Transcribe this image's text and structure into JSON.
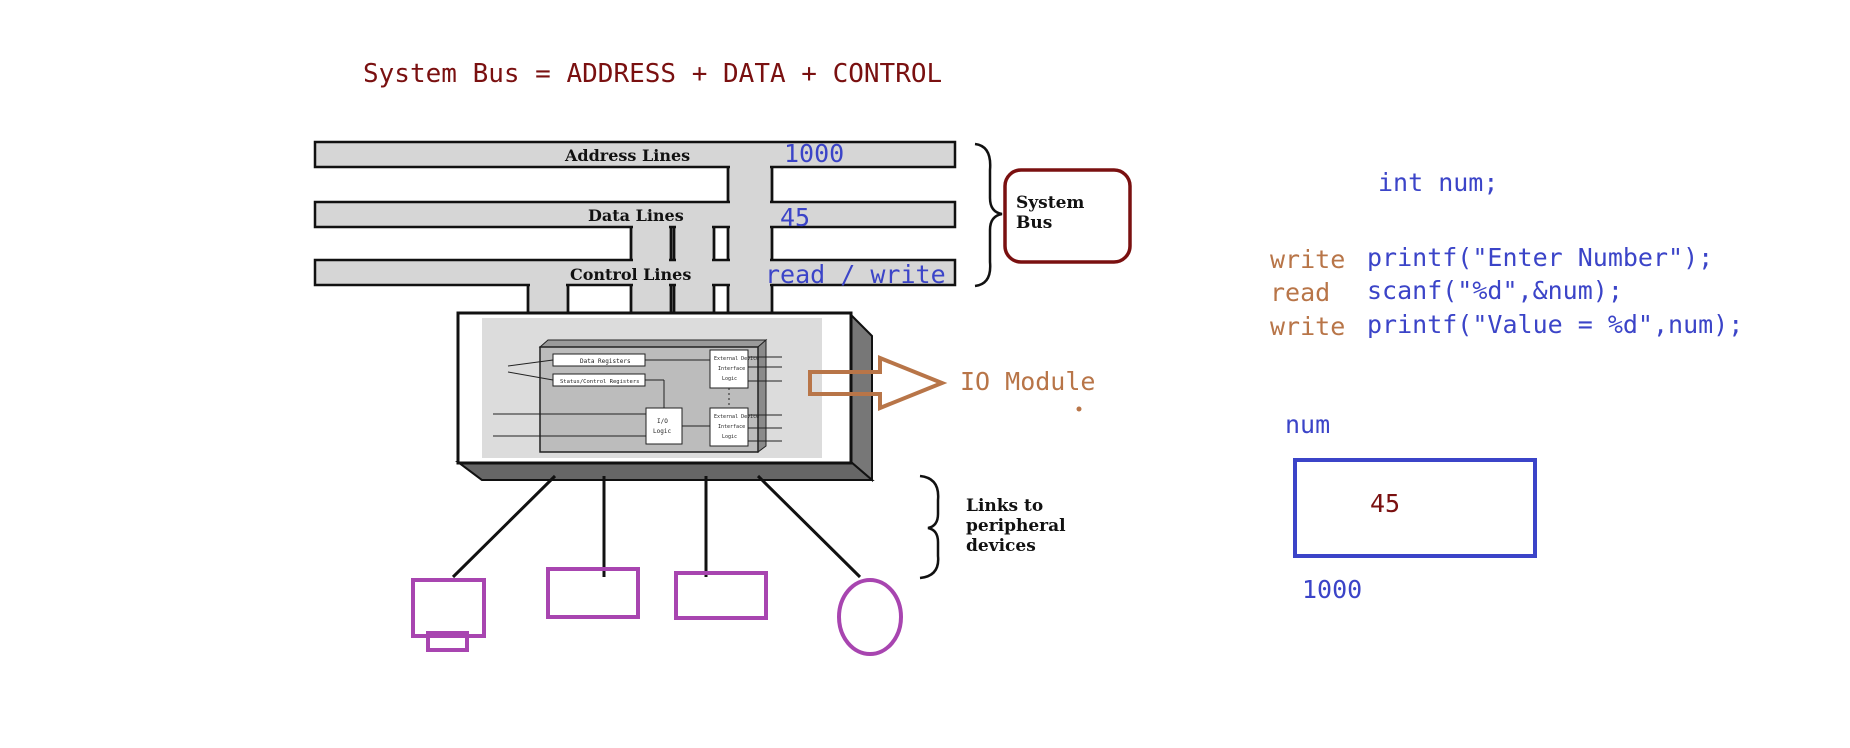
{
  "header": {
    "formula": "System Bus = ADDRESS + DATA + CONTROL"
  },
  "bus": {
    "address_label": "Address Lines",
    "data_label": "Data Lines",
    "control_label": "Control Lines",
    "address_value": "1000",
    "data_value": "45",
    "control_value": "read / write",
    "system_bus_line1": "System",
    "system_bus_line2": "Bus"
  },
  "io": {
    "module_label": "IO Module",
    "inner_labels": {
      "data_registers": "Data Registers",
      "status_registers": "Status/Control Registers",
      "io_logic_line1": "I/O",
      "io_logic_line2": "Logic",
      "ext_top_line1": "External Device",
      "ext_top_line2": "Interface",
      "ext_top_line3": "Logic",
      "ext_bot_line1": "External Device",
      "ext_bot_line2": "Interface",
      "ext_bot_line3": "Logic"
    },
    "links_line1": "Links to",
    "links_line2": "peripheral",
    "links_line3": "devices"
  },
  "code": {
    "declaration": "int num;",
    "lines": [
      {
        "tag": "write",
        "text": "printf(\"Enter Number\");"
      },
      {
        "tag": "read",
        "text": "scanf(\"%d\",&num);"
      },
      {
        "tag": "write",
        "text": "printf(\"Value = %d\",num);"
      }
    ]
  },
  "memory": {
    "var_name": "num",
    "value": "45",
    "address": "1000"
  },
  "colors": {
    "dark_red": "#7a1010",
    "blue": "#3b44c8",
    "orange": "#b87548",
    "purple": "#a845b0",
    "bus_gray": "#d6d6d6"
  }
}
